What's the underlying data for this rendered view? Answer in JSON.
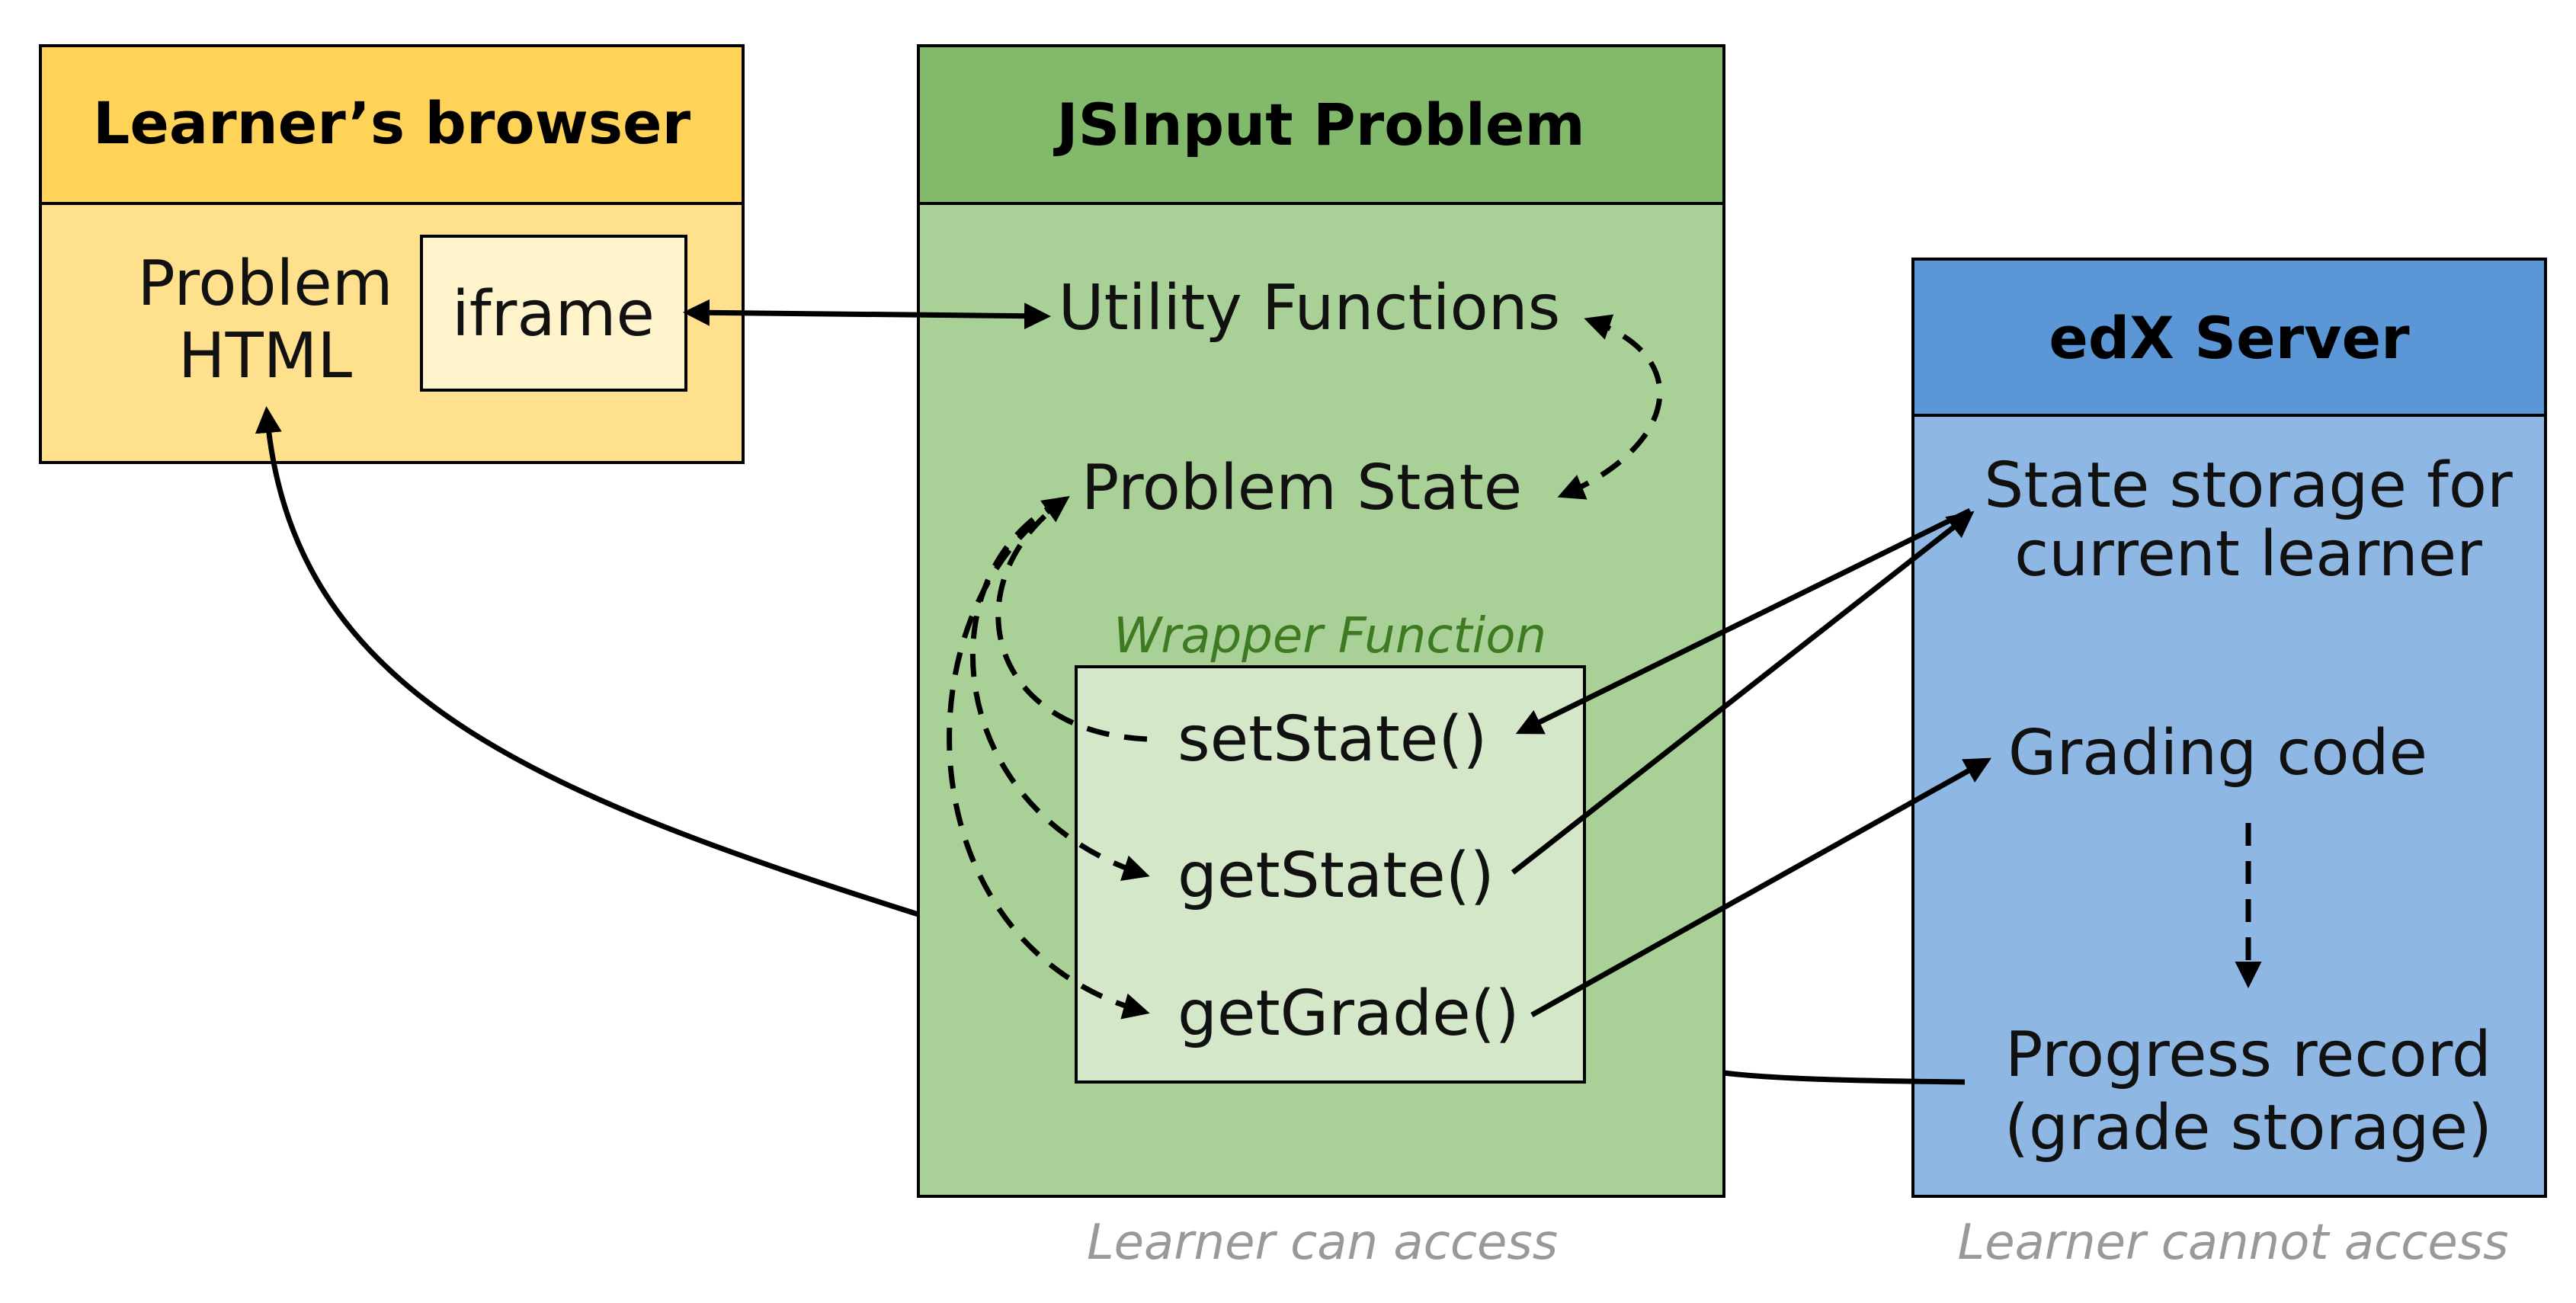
{
  "browser": {
    "title": "Learner’s browser",
    "problem_html": [
      "Problem",
      "HTML"
    ],
    "iframe": "iframe",
    "header_color": "#ffd357",
    "body_color": "#ffe08c",
    "iframe_color": "#fff3cc"
  },
  "jsinput": {
    "title": "JSInput Problem",
    "utility_functions": "Utility Functions",
    "problem_state": "Problem State",
    "wrapper_title": "Wrapper Function",
    "set_state": "setState()",
    "get_state": "getState()",
    "get_grade": "getGrade()",
    "caption": "Learner can access",
    "header_color": "#82b96a",
    "body_color": "#a9d096",
    "wrapper_color": "#d4e8c9"
  },
  "server": {
    "title": "edX Server",
    "state_storage": [
      "State storage for",
      "current learner"
    ],
    "grading_code": "Grading code",
    "progress_record": [
      "Progress record",
      "(grade storage)"
    ],
    "caption": "Learner cannot access",
    "header_color": "#5b97d6",
    "body_color": "#8fb7e3"
  }
}
